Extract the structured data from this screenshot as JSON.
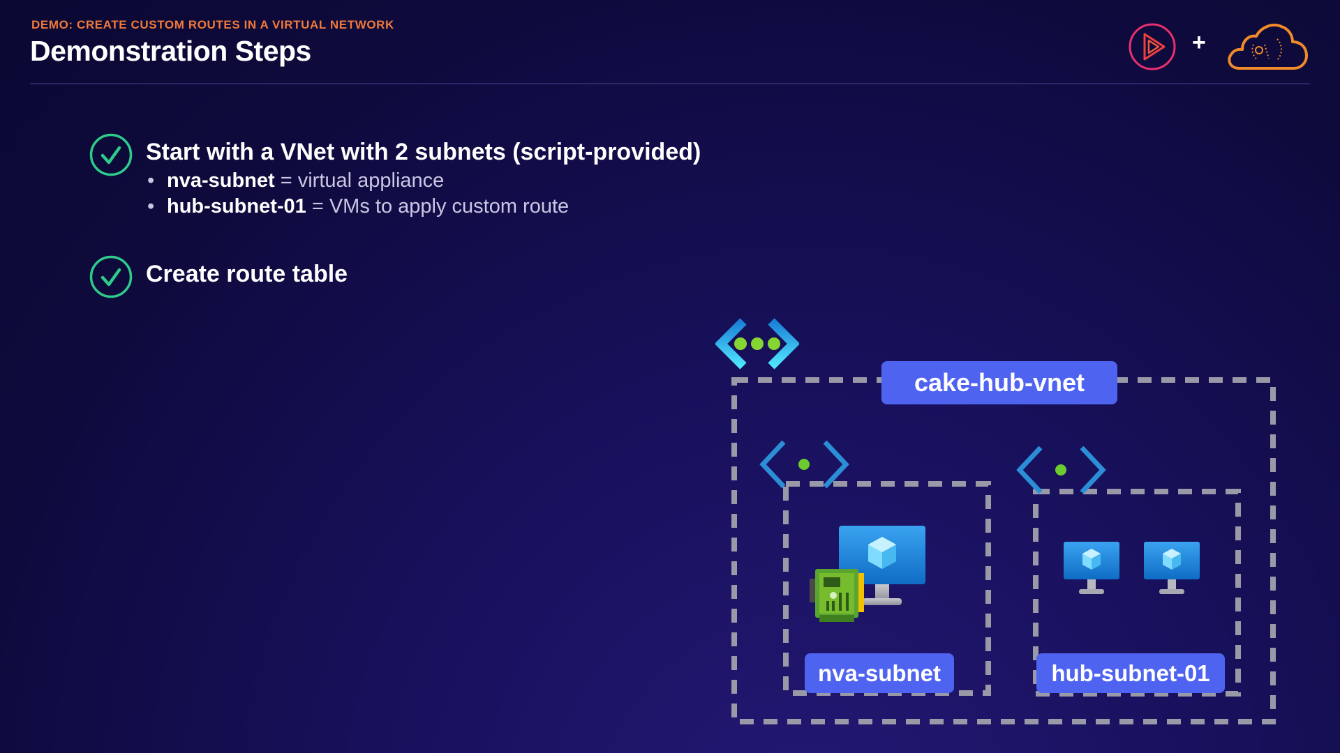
{
  "header": {
    "kicker": "DEMO: CREATE CUSTOM ROUTES IN A VIRTUAL NETWORK",
    "title": "Demonstration Steps",
    "plus": "+"
  },
  "steps": [
    {
      "title": "Start with a VNet with 2 subnets (script-provided)",
      "completed": true,
      "bullets": [
        {
          "term": "nva-subnet",
          "text": " = virtual appliance"
        },
        {
          "term": "hub-subnet-01",
          "text": " = VMs to apply custom route"
        }
      ]
    },
    {
      "title": "Create route table",
      "completed": true,
      "bullets": []
    }
  ],
  "diagram": {
    "vnet_label": "cake-hub-vnet",
    "subnets": [
      {
        "label": "nva-subnet"
      },
      {
        "label": "hub-subnet-01"
      }
    ]
  },
  "icons": {
    "check": "check-circle-icon",
    "brand_play": "play-logo-icon",
    "brand_cloud": "cloud-logo-icon",
    "vnet": "virtual-network-icon",
    "subnet": "subnet-icon",
    "vm": "virtual-machine-icon",
    "nva": "network-appliance-icon"
  },
  "colors": {
    "accent_orange": "#f07a3a",
    "check_green": "#2ecc8a",
    "pill_blue": "#4f63f1",
    "dashed_gray": "#9a99a8"
  }
}
